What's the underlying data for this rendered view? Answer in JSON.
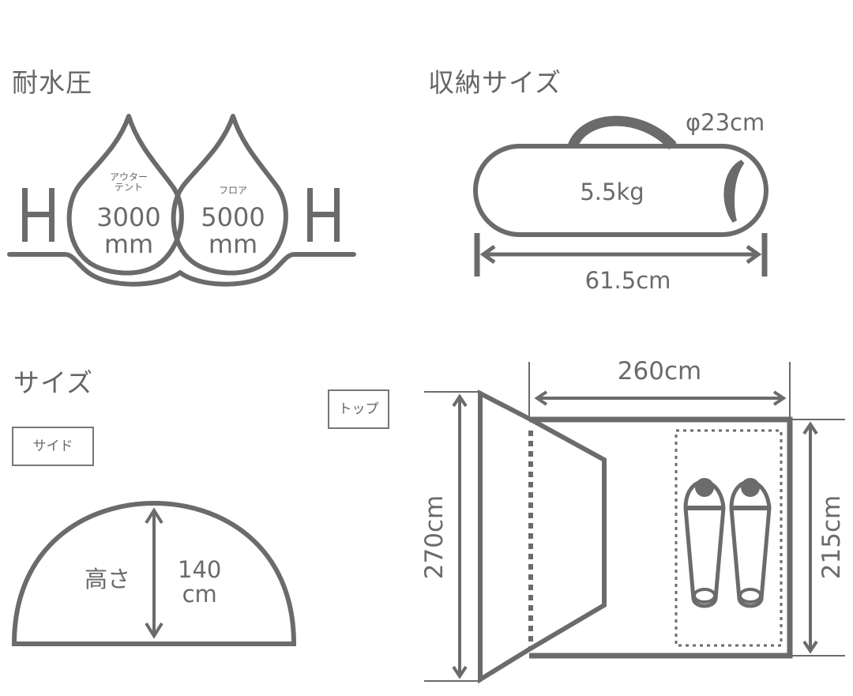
{
  "colors": {
    "stroke": "#6b6b6b",
    "text": "#666666",
    "background": "#ffffff"
  },
  "water_pressure": {
    "heading": "耐水圧",
    "left_letter": "H",
    "right_letter": "H",
    "outer_tent": {
      "label_line1": "アウター",
      "label_line2": "テント",
      "value": "3000",
      "unit": "mm"
    },
    "floor": {
      "label": "フロア",
      "value": "5000",
      "unit": "mm"
    }
  },
  "packed_size": {
    "heading": "収納サイズ",
    "diameter": "φ23cm",
    "weight": "5.5kg",
    "length": "61.5cm"
  },
  "size": {
    "heading": "サイズ",
    "side": {
      "tag": "サイド",
      "height_label": "高さ",
      "height_value": "140",
      "height_unit": "cm"
    },
    "top": {
      "tag": "トップ",
      "width": "260cm",
      "total_depth": "270cm",
      "inner_depth": "215cm"
    }
  }
}
